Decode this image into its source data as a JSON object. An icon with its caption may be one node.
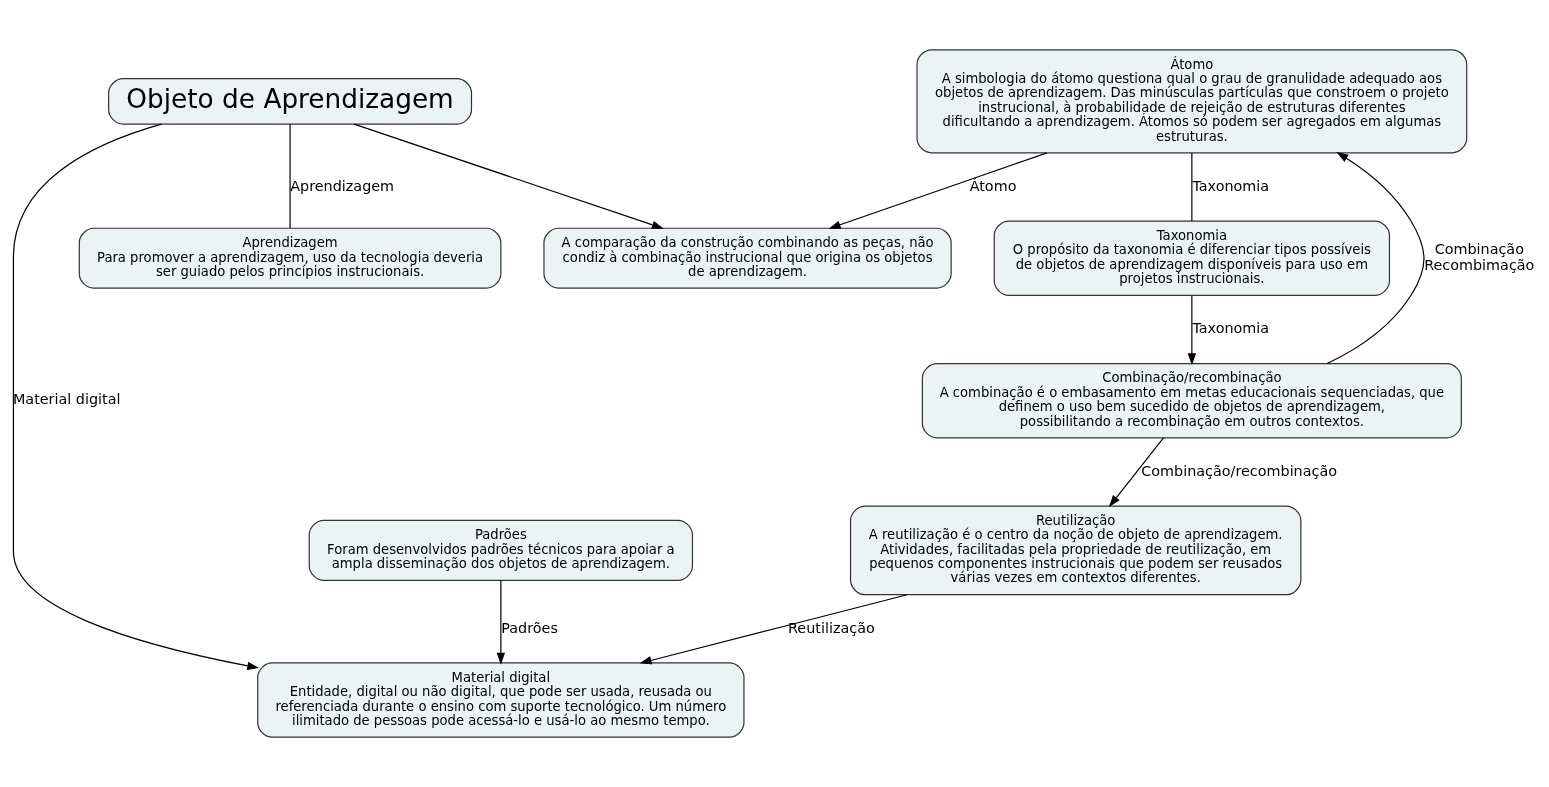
{
  "diagram": {
    "nodes": [
      {
        "text": [
          "Objeto de Aprendizagem"
        ]
      },
      {
        "text": [
          "A comparação da construção combinando as peças, não condiz à combinação instrucional que origina os objetos de aprendizagem."
        ]
      },
      {
        "text": [
          "Aprendizagem",
          "Para promover a aprendizagem, uso da tecnologia deveria ser guiado pelos princípios instrucionais."
        ]
      },
      {
        "text": [
          "Material digital",
          "Entidade, digital ou não digital, que pode ser usada, reusada ou referenciada durante o ensino com suporte tecnológico. Um número ilimitado de pessoas pode acessá-lo e usá-lo ao mesmo tempo."
        ]
      },
      {
        "text": [
          "Padrões",
          "Foram desenvolvidos padrões técnicos para apoiar a ampla disseminação dos objetos de aprendizagem."
        ]
      },
      {
        "text": [
          "Reutilização",
          "A reutilização é o centro da noção de objeto de aprendizagem. Atividades, facilitadas pela propriedade de reutilização, em pequenos componentes instrucionais que podem ser reusados várias vezes em contextos diferentes."
        ]
      },
      {
        "text": [
          "Átomo",
          "A simbologia do átomo questiona qual o grau de granulidade adequado aos objetos de aprendizagem. Das minúsculas partículas que constroem o projeto instrucional, à probabilidade de rejeição de estruturas diferentes dificultando a aprendizagem. Átomos só podem ser agregados em algumas estruturas."
        ]
      },
      {
        "text": [
          "Combinação/recombinação",
          "A combinação é o embasamento em metas educacionais sequenciadas, que definem o uso bem sucedido de objetos de aprendizagem, possibilitando a recombinação em outros contextos."
        ]
      },
      {
        "text": [
          "Taxonomia",
          "O propósito da taxonomia é diferenciar tipos possíveis de objetos de aprendizagem disponíveis para uso em projetos instrucionais."
        ]
      }
    ],
    "edges": [
      {
        "from": 0,
        "to": 1,
        "arrow": "to"
      },
      {
        "from": 0,
        "to": 2,
        "arrow": "none",
        "label": "Aprendizagem"
      },
      {
        "from": 0,
        "to": 3,
        "arrow": "to",
        "label": "Material digital"
      },
      {
        "from": 4,
        "to": 3,
        "arrow": "to",
        "label": "Padrões"
      },
      {
        "from": 5,
        "to": 3,
        "arrow": "to",
        "label": "Reutilização"
      },
      {
        "from": 6,
        "to": 1,
        "arrow": "to",
        "label": "Átomo"
      },
      {
        "from": 7,
        "to": 6,
        "arrow": "to",
        "label": "Combinação Recombimação"
      },
      {
        "from": 7,
        "to": 5,
        "arrow": "to",
        "label": "Combinação/recombinação"
      },
      {
        "from": 6,
        "to": 8,
        "arrow": "none",
        "label": "Taxonomia"
      },
      {
        "from": 8,
        "to": 7,
        "arrow": "to",
        "label": "Taxonomia"
      }
    ]
  }
}
